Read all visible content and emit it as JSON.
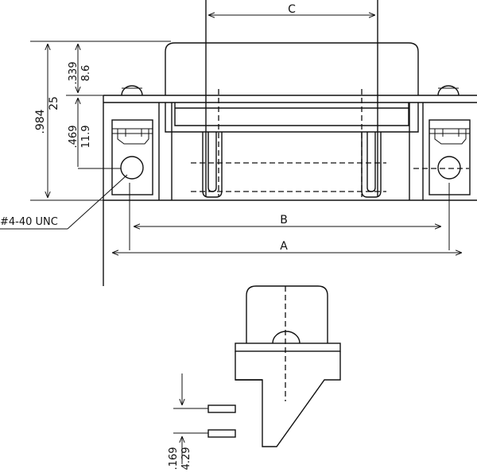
{
  "diagram": {
    "labels": {
      "dim_c": "C",
      "dim_b": "B",
      "dim_a": "A",
      "height_in": ".984",
      "height_mm": "25",
      "top_in": ".339",
      "top_mm": "8.6",
      "mid_in": ".469",
      "mid_mm": "11.9",
      "screw": "#4-40 UNC",
      "pin_in": ".169",
      "pin_mm": "4.29"
    },
    "colors": {
      "line": "#111111",
      "background": "#ffffff"
    }
  }
}
